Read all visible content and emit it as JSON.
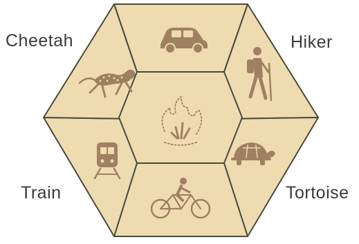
{
  "labels": {
    "cheetah": "Cheetah",
    "hiker": "Hiker",
    "train": "Train",
    "tortoise": "Tortoise"
  },
  "colors": {
    "segment_fill": "#eedcb0",
    "segment_stroke": "#4a4a3c",
    "icon_fill": "#a08062",
    "text": "#3a3a3a"
  },
  "icons": {
    "top": "car-icon",
    "upper_right": "hiker-icon",
    "lower_right": "tortoise-icon",
    "bottom": "bicycle-icon",
    "lower_left": "train-icon",
    "upper_left": "cheetah-icon",
    "center": "fire-icon"
  }
}
